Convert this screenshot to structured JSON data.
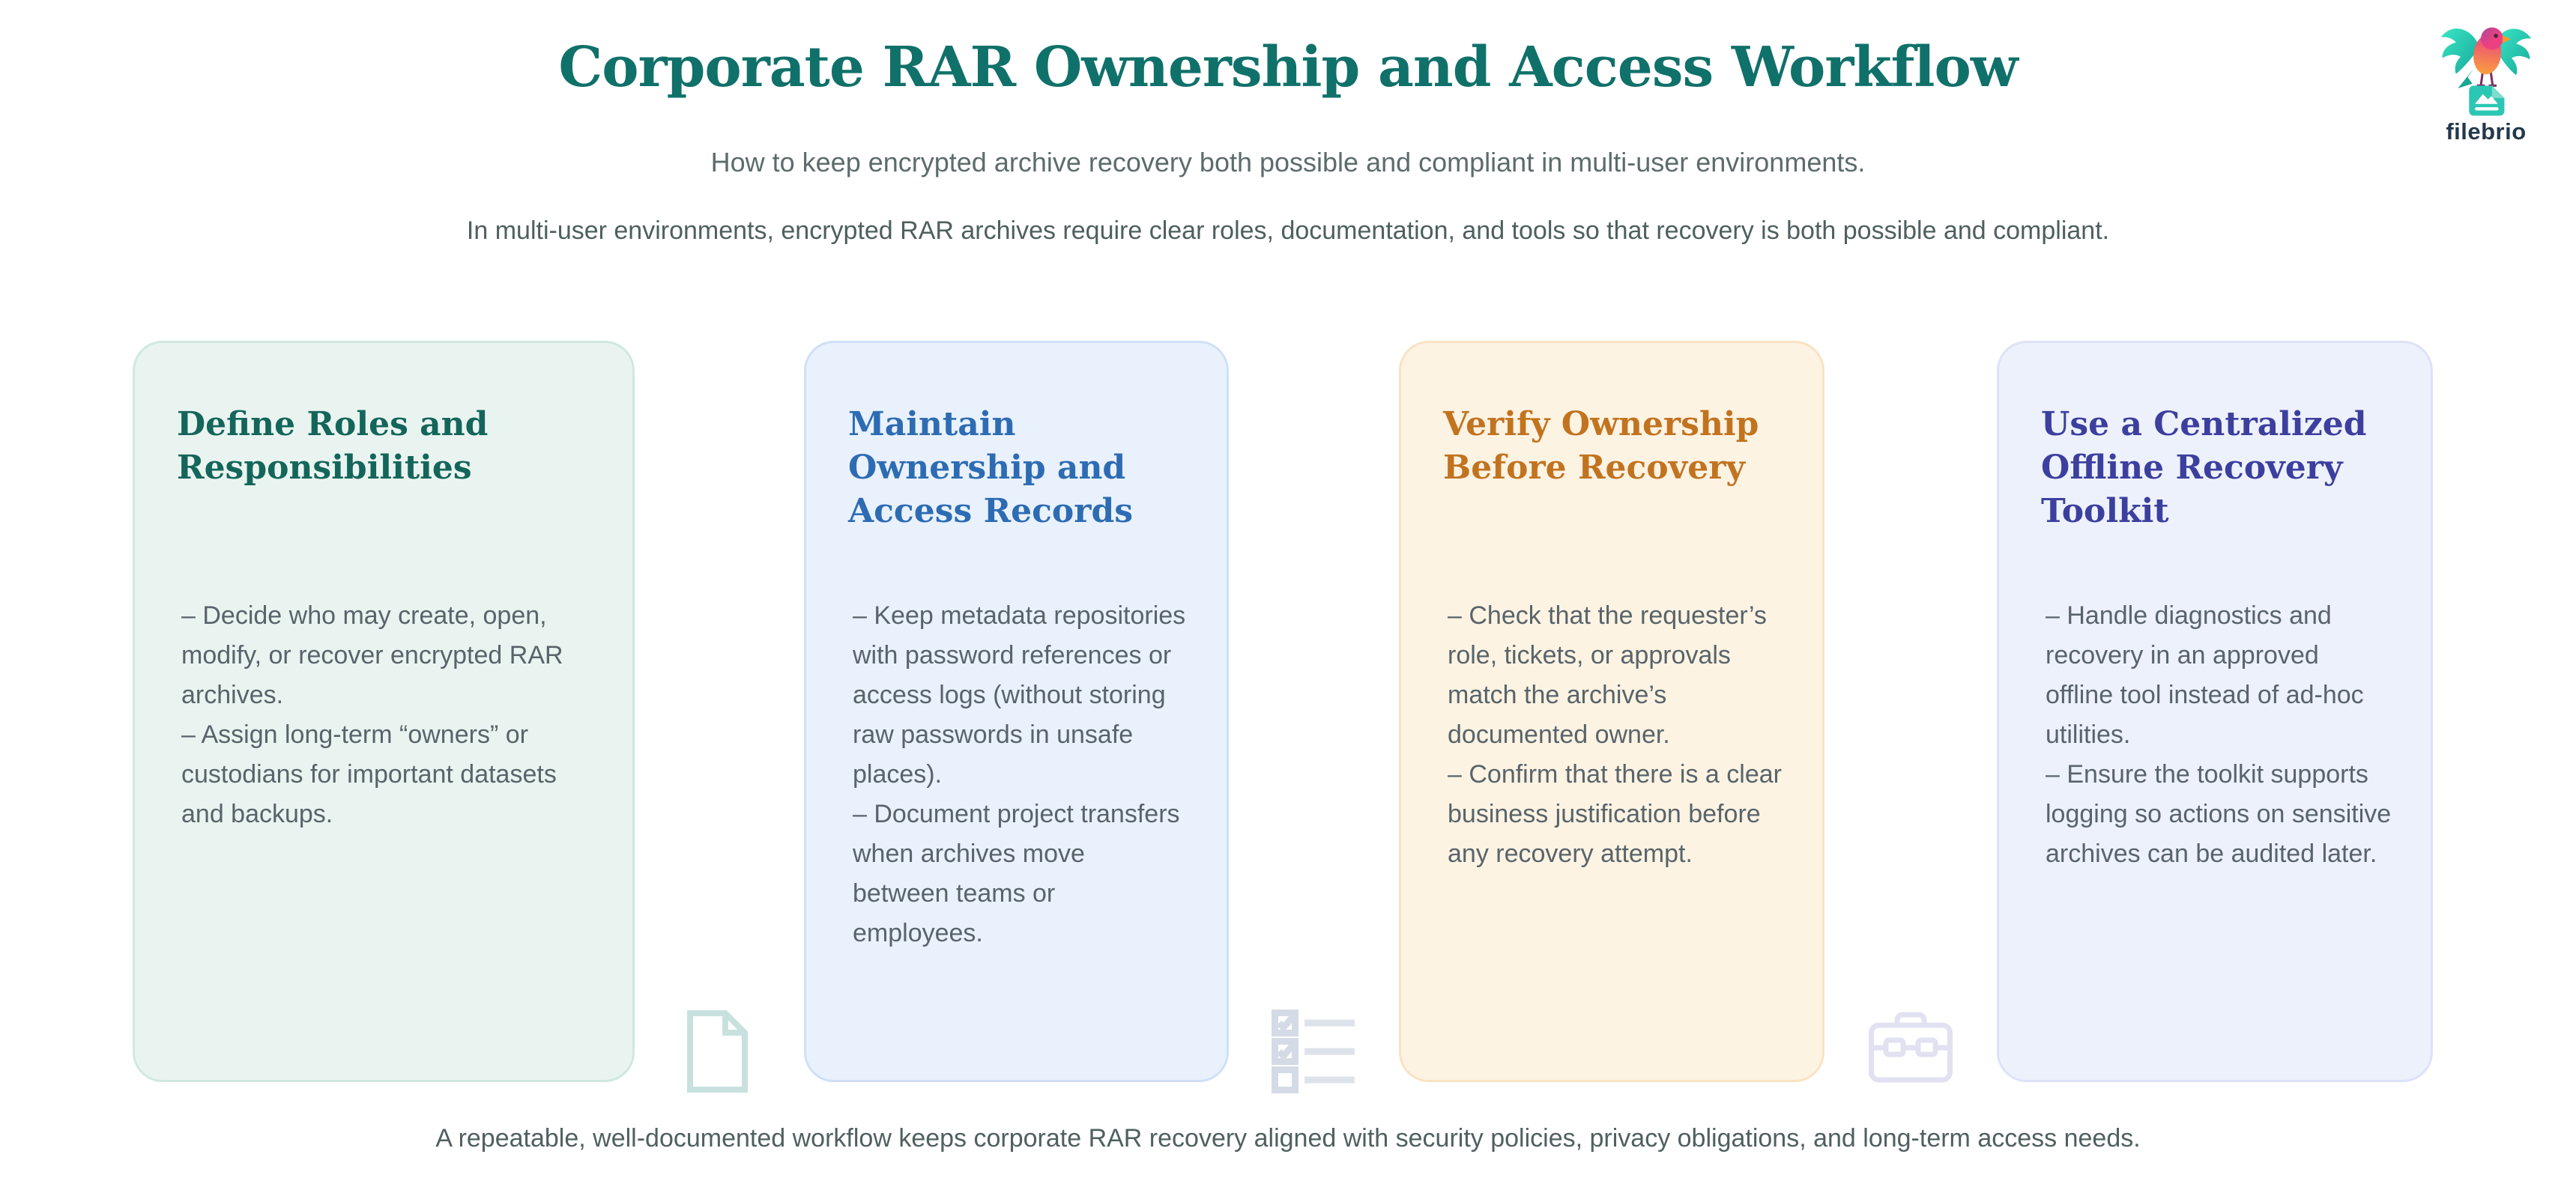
{
  "page": {
    "title": "Corporate RAR Ownership and Access Workflow",
    "subtitle": "How to keep encrypted archive recovery both possible and compliant in multi-user environments.",
    "intro": "In multi-user environments, encrypted RAR archives require clear roles, documentation, and tools so that recovery is both possible and compliant.",
    "footer": "A repeatable, well-documented workflow keeps corporate RAR recovery aligned with security policies, privacy obligations, and long-term access needs.",
    "title_color": "#10716a"
  },
  "logo": {
    "brand": "filebrio"
  },
  "cards": [
    {
      "title": "Define Roles and Responsibilities",
      "points": [
        "– Decide who may create, open, modify, or recover encrypted RAR archives.",
        "– Assign long-term “owners” or custodians for important datasets and backups."
      ],
      "accent": "#14655a",
      "bg": "#e9f4f0",
      "border": "#cfe8e0"
    },
    {
      "title": "Maintain Ownership and Access Records",
      "points": [
        "– Keep metadata repositories with password references or access logs (without storing raw passwords in unsafe places).",
        "– Document project transfers when archives move between teams or employees."
      ],
      "accent": "#2d6cb3",
      "bg": "#e9f1fd",
      "border": "#cfdff7"
    },
    {
      "title": "Verify Ownership Before Recovery",
      "points": [
        "– Check that the requester’s role, tickets, or approvals match the archive’s documented owner.",
        "– Confirm that there is a clear business justification before any recovery attempt."
      ],
      "accent": "#c2731f",
      "bg": "#fdf3e3",
      "border": "#f8e3c2"
    },
    {
      "title": "Use a Centralized Offline Recovery Toolkit",
      "points": [
        "– Handle diagnostics and recovery in an approved offline tool instead of ad-hoc utilities.",
        "– Ensure the toolkit supports logging so actions on sensitive archives can be audited later."
      ],
      "accent": "#3c3f9e",
      "bg": "#edf1fc",
      "border": "#dce2f7"
    }
  ],
  "icons": [
    {
      "name": "document-icon",
      "color": "#c8e1df"
    },
    {
      "name": "checklist-icon",
      "color": "#d4dbe6"
    },
    {
      "name": "toolbox-icon",
      "color": "#e2e1f2"
    }
  ]
}
